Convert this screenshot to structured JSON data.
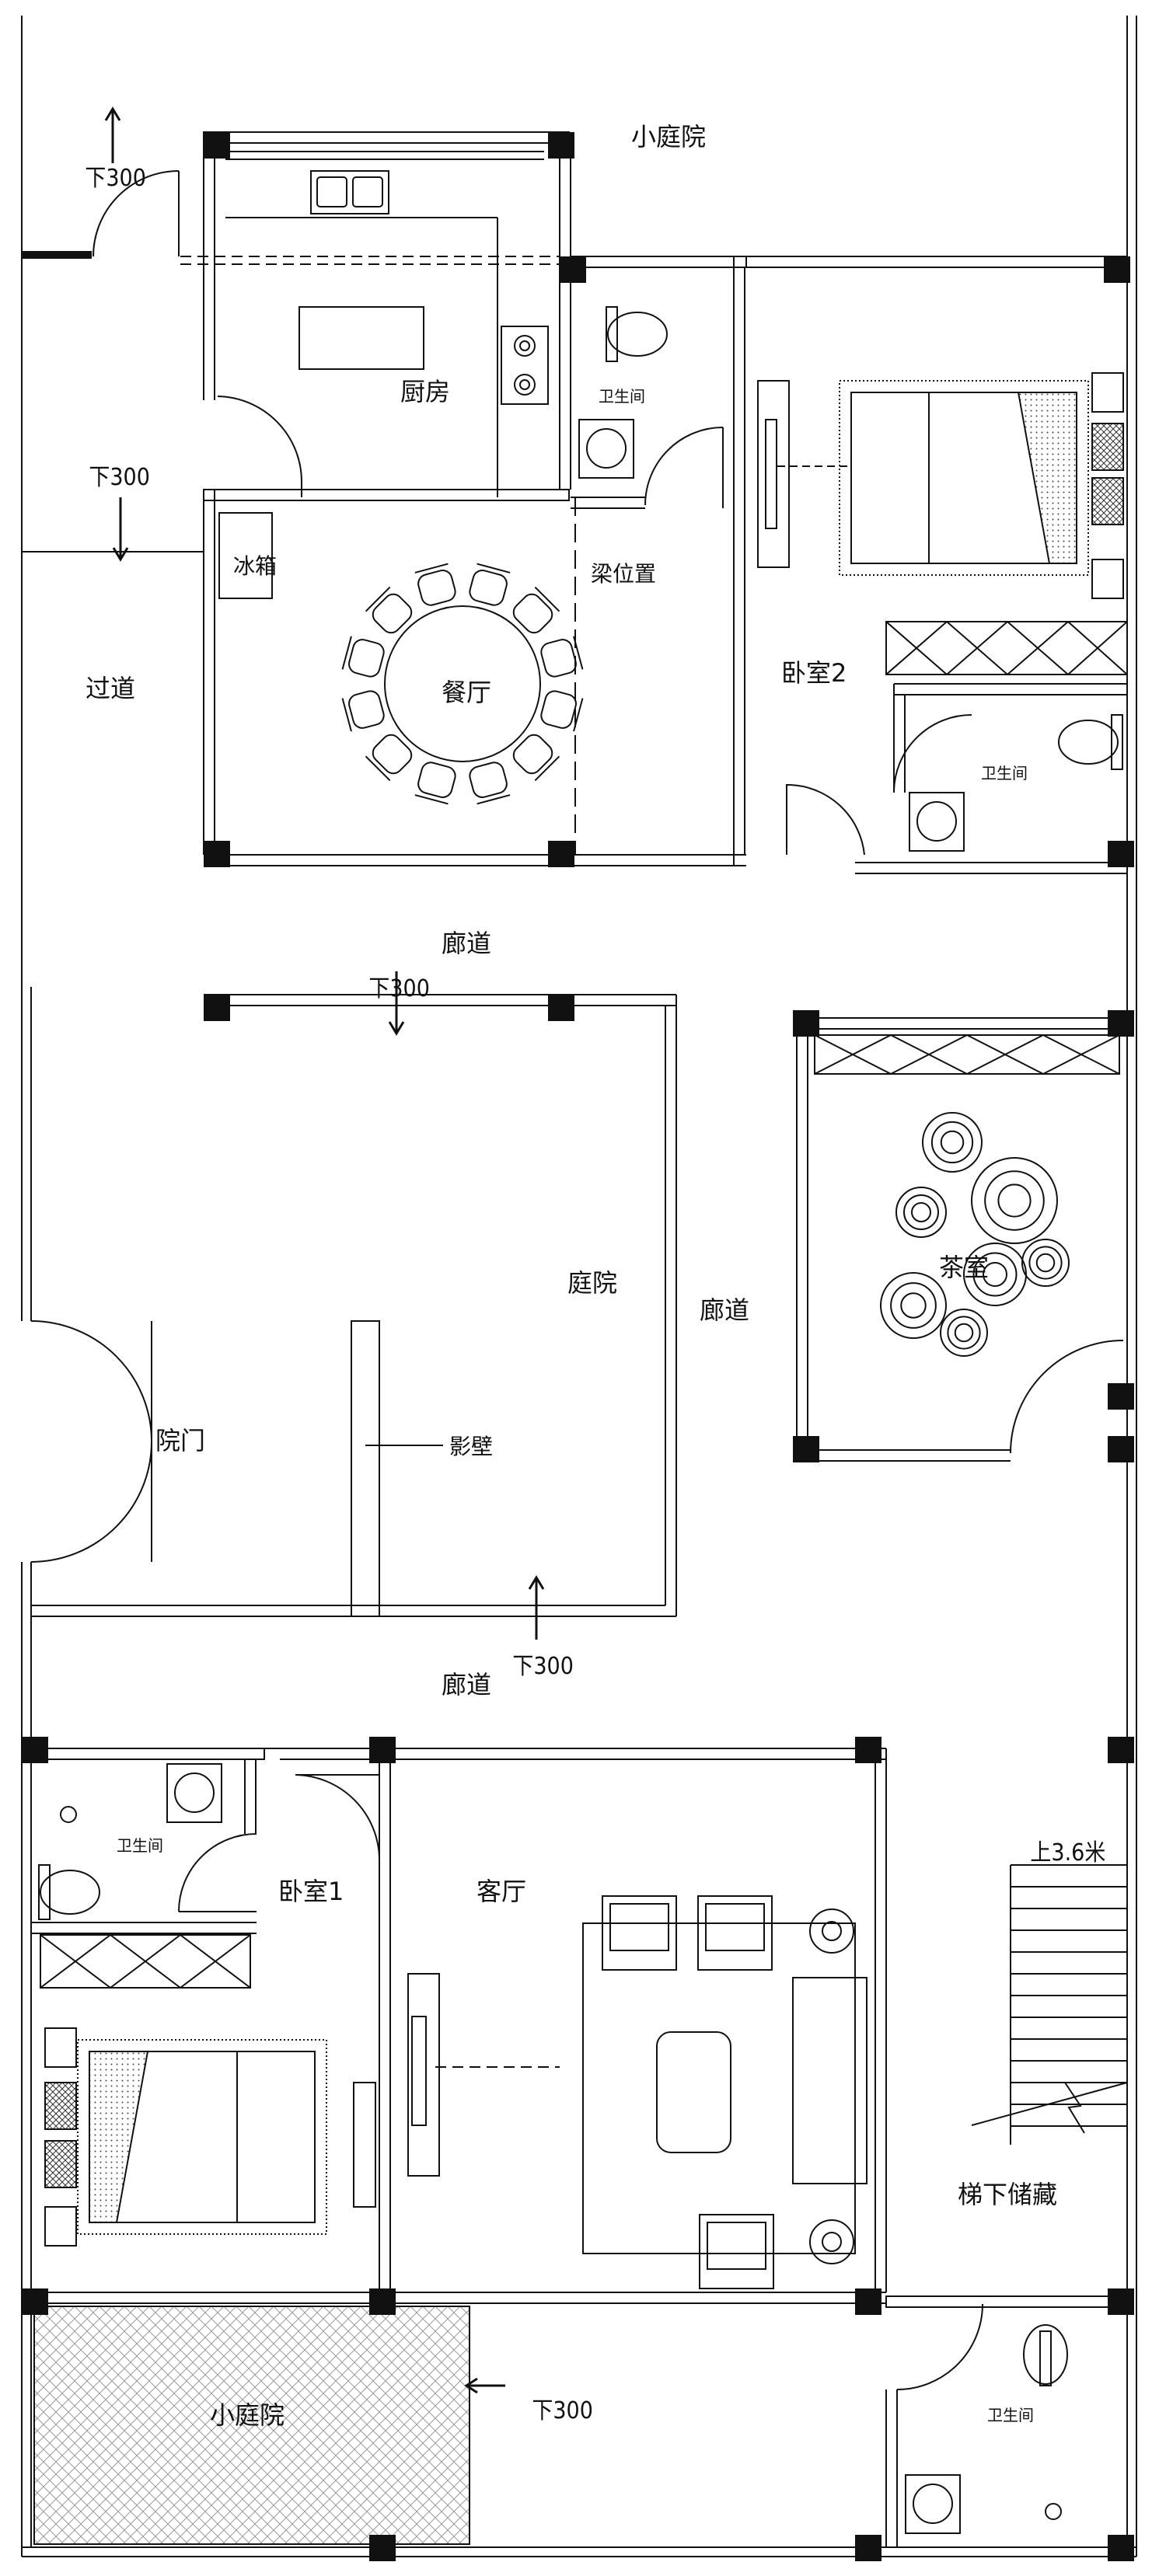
{
  "rooms": {
    "small_courtyard_top": "小庭院",
    "kitchen": "厨房",
    "bathroom_top": "卫生间",
    "fridge": "冰箱",
    "dining": "餐厅",
    "beam": "梁位置",
    "bedroom2": "卧室2",
    "bathroom_b2": "卫生间",
    "passage": "过道",
    "corridor_top": "廊道",
    "tea_room": "茶室",
    "courtyard": "庭院",
    "corridor_right": "廊道",
    "gate": "院门",
    "screen_wall": "影壁",
    "corridor_mid": "廊道",
    "bathroom_b1": "卫生间",
    "bedroom1": "卧室1",
    "living": "客厅",
    "stair_up": "上3.6米",
    "under_stair": "梯下储藏",
    "small_courtyard_bottom": "小庭院",
    "bathroom_bottom": "卫生间"
  },
  "levels": {
    "down_a": "下300",
    "down_b": "下300",
    "down_c": "下300",
    "down_d": "下300",
    "down_e": "下300"
  }
}
